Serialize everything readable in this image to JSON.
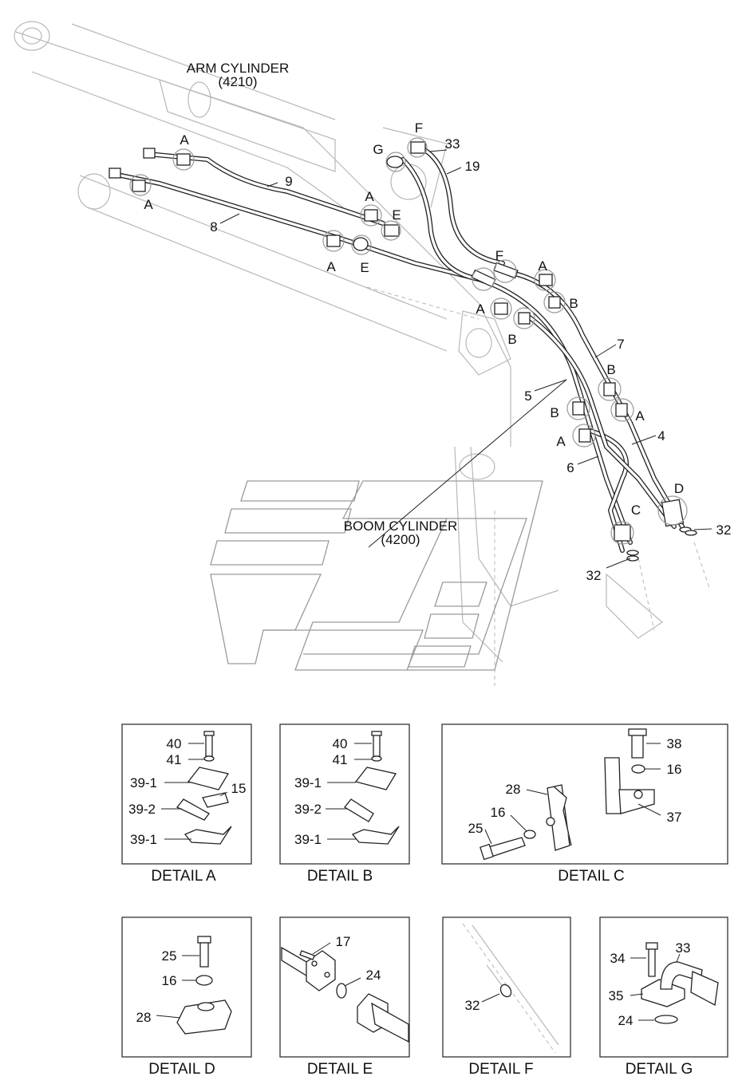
{
  "labels": {
    "arm_cylinder": "ARM CYLINDER",
    "arm_cylinder_no": "(4210)",
    "boom_cylinder": "BOOM CYLINDER",
    "boom_cylinder_no": "(4200)"
  },
  "callouts": {
    "A": "A",
    "B": "B",
    "C": "C",
    "D": "D",
    "E": "E",
    "F": "F",
    "G": "G",
    "p4": "4",
    "p5": "5",
    "p6": "6",
    "p7": "7",
    "p8": "8",
    "p9": "9",
    "p19": "19",
    "p32": "32",
    "p33": "33"
  },
  "details": {
    "a": {
      "title": "DETAIL A",
      "parts": [
        "40",
        "41",
        "39-1",
        "15",
        "39-2",
        "39-1"
      ]
    },
    "b": {
      "title": "DETAIL B",
      "parts": [
        "40",
        "41",
        "39-1",
        "39-2",
        "39-1"
      ]
    },
    "c": {
      "title": "DETAIL C",
      "parts": [
        "38",
        "16",
        "28",
        "37",
        "16",
        "25"
      ]
    },
    "d": {
      "title": "DETAIL D",
      "parts": [
        "25",
        "16",
        "28"
      ]
    },
    "e": {
      "title": "DETAIL E",
      "parts": [
        "17",
        "24"
      ]
    },
    "f": {
      "title": "DETAIL F",
      "parts": [
        "32"
      ]
    },
    "g": {
      "title": "DETAIL G",
      "parts": [
        "33",
        "34",
        "35",
        "24"
      ]
    }
  }
}
